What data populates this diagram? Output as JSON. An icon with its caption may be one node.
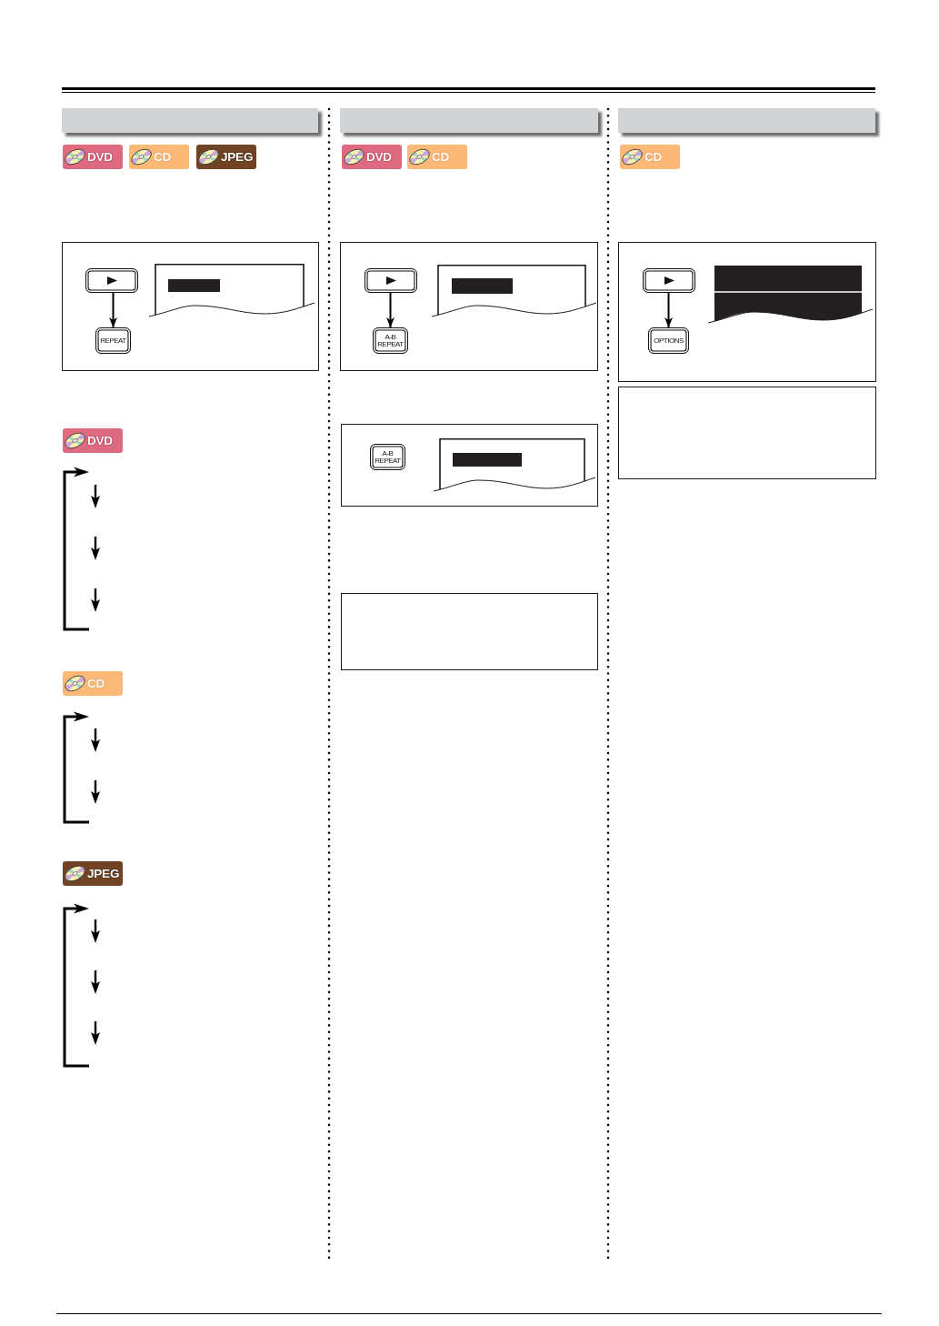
{
  "diagram": {
    "nodes": [
      {
        "text": [
          "DVD"
        ]
      },
      {
        "text": [
          "CD"
        ]
      },
      {
        "text": [
          "JPEG"
        ]
      },
      {
        "text": [],
        "shape": "box"
      },
      {
        "text": [],
        "shape": "box",
        "in": 3
      },
      {
        "text": [
          "REPEAT"
        ],
        "in": 3
      },
      {
        "text": [
          "DVD"
        ]
      },
      {
        "text": [
          "CD"
        ]
      },
      {
        "text": [
          "JPEG"
        ]
      },
      {
        "text": [
          "DVD"
        ]
      },
      {
        "text": [
          "CD"
        ]
      },
      {
        "text": [],
        "shape": "box"
      },
      {
        "text": [],
        "shape": "box",
        "in": 11
      },
      {
        "text": [
          "A-B REPEAT"
        ],
        "in": 11
      },
      {
        "text": [],
        "shape": "box"
      },
      {
        "text": [
          "A-B REPEAT"
        ],
        "in": 14
      },
      {
        "text": [],
        "shape": "box"
      },
      {
        "text": [
          "CD"
        ]
      },
      {
        "text": [],
        "shape": "box"
      },
      {
        "text": [],
        "shape": "box",
        "in": 18
      },
      {
        "text": [
          "OPTIONS"
        ],
        "in": 18
      },
      {
        "text": [],
        "shape": "box"
      }
    ],
    "edges": [
      {
        "from": 4,
        "to": 5,
        "arrow": "to"
      },
      {
        "from": 12,
        "to": 13,
        "arrow": "to"
      },
      {
        "from": 19,
        "to": 20,
        "arrow": "to"
      }
    ]
  }
}
